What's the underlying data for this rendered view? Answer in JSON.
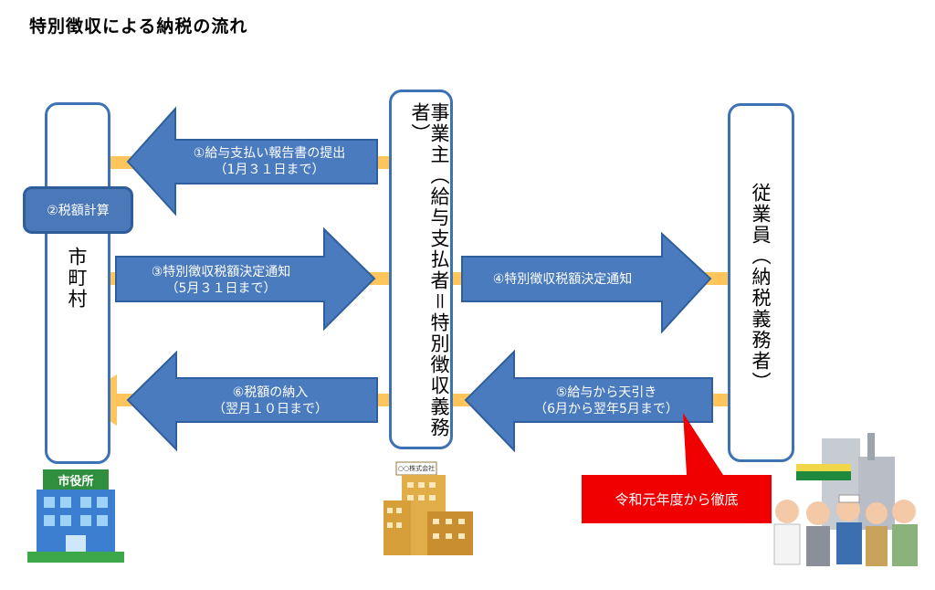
{
  "title": "特別徴収による納税の流れ",
  "entities": {
    "municipality": "市町村",
    "employer": "事業主（給与支払者＝特別徴収義務者）",
    "employee": "従業員（納税義務者）"
  },
  "calc_box": "②税額計算",
  "arrows": {
    "a1": {
      "line1": "①給与支払い報告書の提出",
      "line2": "（1月３１日まで）"
    },
    "a3": {
      "line1": "③特別徴収税額決定通知",
      "line2": "（5月３１日まで）"
    },
    "a4": {
      "line1": "④特別徴収税額決定通知"
    },
    "a5": {
      "line1": "⑤給与から天引き",
      "line2": "（6月から翌年5月まで）"
    },
    "a6": {
      "line1": "⑥税額の納入",
      "line2": "（翌月１０日まで）"
    }
  },
  "callout": "令和元年度から徹底",
  "illustrations": {
    "city_hall_sign": "市役所",
    "company_sign": "○○株式会社"
  },
  "colors": {
    "arrow_fill": "#4a7bbf",
    "arrow_stroke": "#2f5f9c",
    "flow_line": "#fdc55c",
    "box_border": "#3d72b4",
    "callout": "#f00000"
  }
}
